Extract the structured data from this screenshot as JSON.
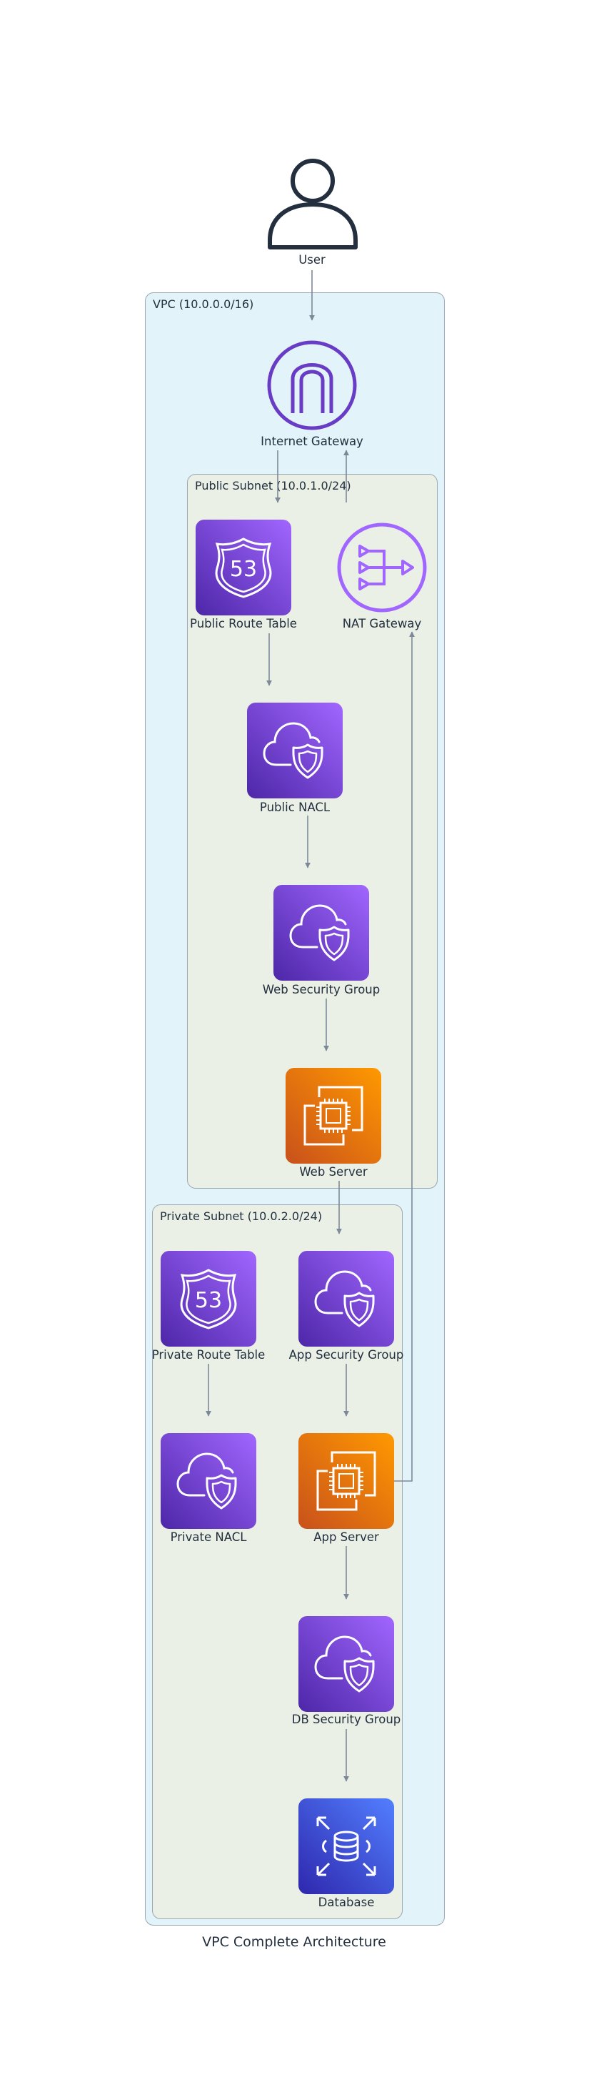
{
  "title": "VPC Complete Architecture",
  "clusters": {
    "vpc": "VPC (10.0.0.0/16)",
    "public_subnet": "Public Subnet (10.0.1.0/24)",
    "private_subnet": "Private Subnet (10.0.2.0/24)"
  },
  "nodes": {
    "user": {
      "label": "User",
      "icon": "user-icon"
    },
    "internet_gateway": {
      "label": "Internet Gateway",
      "icon": "internet-gateway-icon"
    },
    "public_route_table": {
      "label": "Public Route Table",
      "icon": "route53-shield-icon"
    },
    "nat_gateway": {
      "label": "NAT Gateway",
      "icon": "nat-gateway-icon"
    },
    "public_nacl": {
      "label": "Public NACL",
      "icon": "cloud-shield-icon"
    },
    "web_security_group": {
      "label": "Web Security Group",
      "icon": "cloud-shield-icon"
    },
    "web_server": {
      "label": "Web Server",
      "icon": "ec2-chip-icon"
    },
    "private_route_table": {
      "label": "Private Route Table",
      "icon": "route53-shield-icon"
    },
    "app_security_group": {
      "label": "App Security Group",
      "icon": "cloud-shield-icon"
    },
    "private_nacl": {
      "label": "Private NACL",
      "icon": "cloud-shield-icon"
    },
    "app_server": {
      "label": "App Server",
      "icon": "ec2-chip-icon"
    },
    "db_security_group": {
      "label": "DB Security Group",
      "icon": "cloud-shield-icon"
    },
    "database": {
      "label": "Database",
      "icon": "database-icon"
    }
  },
  "route_table_badge": "53",
  "colors": {
    "edge": "#7d8998",
    "purple_start": "#4d27a8",
    "purple_end": "#a166ff",
    "orange_start": "#c8511b",
    "orange_end": "#ff9900",
    "blue_start": "#2e27ad",
    "blue_end": "#527fff",
    "gateway_stroke": "#693cc5",
    "nat_stroke": "#a166ff",
    "user_stroke": "#232f3e"
  },
  "edges": [
    {
      "from": "user",
      "to": "internet_gateway"
    },
    {
      "from": "internet_gateway",
      "to": "public_route_table"
    },
    {
      "from": "nat_gateway",
      "to": "internet_gateway"
    },
    {
      "from": "public_route_table",
      "to": "public_nacl"
    },
    {
      "from": "public_nacl",
      "to": "web_security_group"
    },
    {
      "from": "web_security_group",
      "to": "web_server"
    },
    {
      "from": "web_server",
      "to": "app_security_group"
    },
    {
      "from": "private_route_table",
      "to": "private_nacl"
    },
    {
      "from": "app_security_group",
      "to": "app_server"
    },
    {
      "from": "app_server",
      "to": "nat_gateway"
    },
    {
      "from": "app_server",
      "to": "db_security_group"
    },
    {
      "from": "db_security_group",
      "to": "database"
    }
  ]
}
